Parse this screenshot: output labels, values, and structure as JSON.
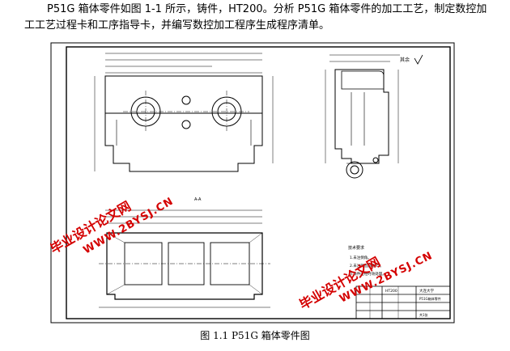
{
  "paragraph": "P51G 箱体零件如图 1-1 所示，铸件，HT200。分析 P51G 箱体零件的加工工艺，制定数控加工工艺过程卡和工序指导卡，并编写数控加工程序生成程序清单。",
  "caption": "图 1.1    P51G 箱体零件图",
  "watermark": {
    "text_cn": "毕业设计论文网",
    "text_url": "WWW.2BYSJ.CN",
    "color": "#d40000"
  },
  "drawing": {
    "section_label": "A-A",
    "roughness_label": "其余",
    "tech_req_title": "技术要求",
    "tech_req_items": [
      "1.未注倒角。",
      "2.未注铸造圆角R5。",
      "3.铸件应经时效处理。"
    ],
    "title_block": {
      "company": "大连大学",
      "part_name": "P51G箱体零件",
      "material": "HT200",
      "sheet": "共1张"
    }
  }
}
